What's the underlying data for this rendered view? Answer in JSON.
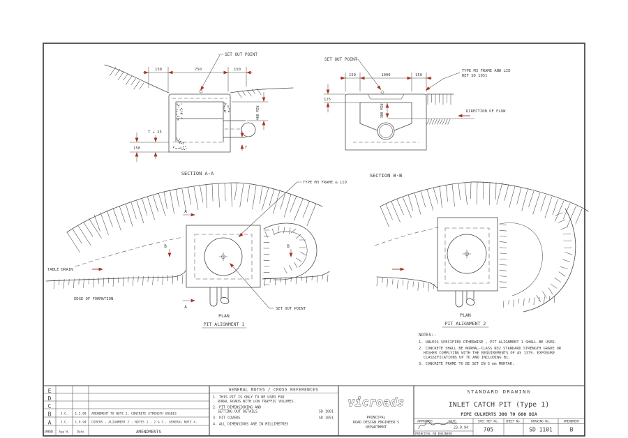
{
  "sheet": {
    "colors": {
      "line": "#4a4a4a",
      "accent_red": "#a93226",
      "text": "#3d3d3d"
    }
  },
  "section_a": {
    "title": "SECTION A-A",
    "set_out_point": "SET OUT POINT",
    "dim_left": "150",
    "dim_span": "750",
    "dim_right": "150",
    "dim_depth": "400 MIN",
    "dim_t25": "T + 25",
    "dim_base": "150",
    "dim_t": "T"
  },
  "section_b": {
    "title": "SECTION B-B",
    "set_out_point": "SET OUT POINT",
    "dim_left": "150",
    "dim_span": "1000",
    "dim_right": "150",
    "dim_lid": "125",
    "dim_depth": "300 MIN",
    "frame_label_line1": "TYPE M3 FRAME AND LID",
    "frame_label_line2": "REF SD 1051",
    "direction_of_flow": "DIRECTION OF FLOW"
  },
  "plan_1": {
    "title": "PLAN",
    "subtitle": "PIT ALIGNMENT 1",
    "frame_label": "TYPE M3 FRAME & LID",
    "set_out_point": "SET OUT POINT",
    "table_drain": "TABLE DRAIN",
    "edge_of_formation": "EDGE OF FORMATION",
    "marker_a": "A",
    "marker_b": "B"
  },
  "plan_2": {
    "title": "PLAN",
    "subtitle": "PIT ALIGNMENT 2"
  },
  "notes": {
    "heading": "NOTES:-",
    "lines": [
      "1. UNLESS SPECIFIED OTHERWISE , PIT ALIGNMENT 1 SHALL BE USED.",
      "2. CONCRETE SHALL BE NORMAL-CLASS N32 STANDARD STRENGTH GRADE OR",
      "HIGHER COMPLYING WITH THE REQUIREMENTS OF AS 1379. EXPOSURE",
      "CLASSIFICATIONS UP TO AND INCLUDING B1.",
      "3. CONCRETE FRAME TO BE SET IN 5 mm MORTAR."
    ]
  },
  "amendments": {
    "rows": [
      {
        "letter": "E",
        "appd": "",
        "date": "",
        "description": ""
      },
      {
        "letter": "D",
        "appd": "",
        "date": "",
        "description": ""
      },
      {
        "letter": "C",
        "appd": "",
        "date": "",
        "description": ""
      },
      {
        "letter": "B",
        "appd": "J.C.",
        "date": "1.2.98",
        "description": "AMENDMENT TO NOTE 2, CONCRETE STRENGTH GRADES"
      },
      {
        "letter": "A",
        "appd": "J.C.",
        "date": "1.9.94",
        "description": "COVERS , ALIGNMENT 2 , NOTES 1 , 2 & 3 , GENERAL NOTE 4."
      }
    ],
    "footer": {
      "amend": "AMEND.",
      "appd": "App'd.",
      "date": "Date",
      "label": "AMENDMENTS"
    }
  },
  "general_notes": {
    "heading": "GENERAL NOTES / CROSS REFERENCES",
    "item_1_line1": "1. THIS PIT IS ONLY TO BE USED FOR",
    "item_1_line2": "RURAL ROADS WITH LOW  TRAFFIC VOLUMES.",
    "item_2_line1": "2. PIT DIMENSIONING AND",
    "item_2_line2": "SETTING OUT DETAILS",
    "item_2_ref": "SD 1001",
    "item_3": "3. PIT COVERS",
    "item_3_ref": "SD 1051",
    "item_4": "4. ALL DIMENSIONS ARE IN MILLIMETRES"
  },
  "org": {
    "logo": "vicroads",
    "dept_line1": "PRINCIPAL",
    "dept_line2": "ROAD DESIGN ENGINEER'S",
    "dept_line3": "DEPARTMENT"
  },
  "title_block": {
    "kind": "STANDARD DRAWING",
    "name": "INLET CATCH PIT (Type 1)",
    "subtitle": "PIPE CULVERTS 300 TO 600 DIA",
    "approved_label": "APPROVED",
    "date_label": "DATE",
    "date_value": "23.9.94",
    "signer_title": "PRINCIPAL RD ENGINEER",
    "spec_ref_label": "SPEC.REF.No.",
    "spec_ref_value": "705",
    "sheet_label": "SHEET No.",
    "sheet_value": "",
    "drawing_no_label": "DRAWING No.",
    "drawing_no_value": "SD 1101",
    "amendment_label": "AMENDMENT",
    "amendment_value": "B"
  }
}
